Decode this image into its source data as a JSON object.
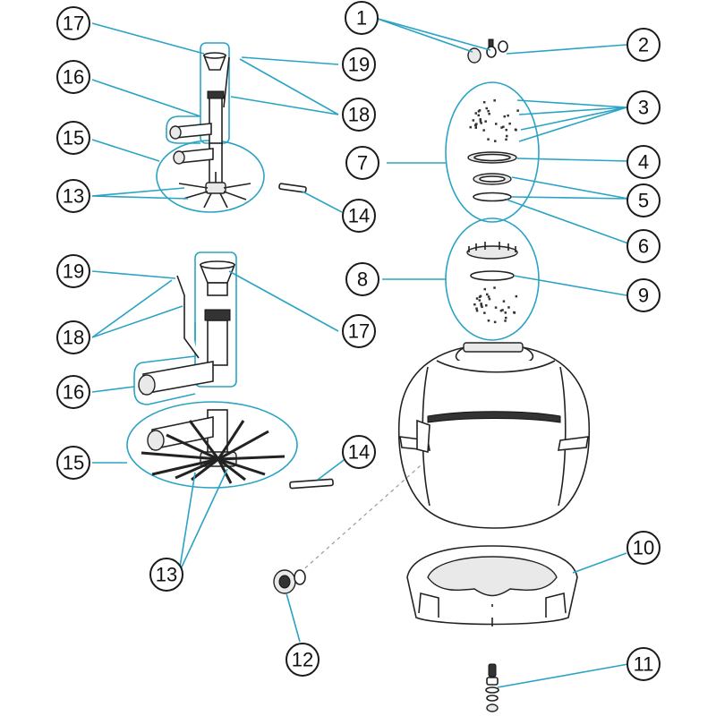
{
  "diagram": {
    "accent_color": "#2aa3c4",
    "line_color": "#1a1a1a",
    "callouts": [
      {
        "id": "c1",
        "label": "1"
      },
      {
        "id": "c2",
        "label": "2"
      },
      {
        "id": "c3",
        "label": "3"
      },
      {
        "id": "c4",
        "label": "4"
      },
      {
        "id": "c5",
        "label": "5"
      },
      {
        "id": "c6",
        "label": "6"
      },
      {
        "id": "c7",
        "label": "7"
      },
      {
        "id": "c8",
        "label": "8"
      },
      {
        "id": "c9",
        "label": "9"
      },
      {
        "id": "c10",
        "label": "10"
      },
      {
        "id": "c11",
        "label": "11"
      },
      {
        "id": "c12",
        "label": "12"
      },
      {
        "id": "c13a",
        "label": "13"
      },
      {
        "id": "c13b",
        "label": "13"
      },
      {
        "id": "c14a",
        "label": "14"
      },
      {
        "id": "c14b",
        "label": "14"
      },
      {
        "id": "c15a",
        "label": "15"
      },
      {
        "id": "c15b",
        "label": "15"
      },
      {
        "id": "c16a",
        "label": "16"
      },
      {
        "id": "c16b",
        "label": "16"
      },
      {
        "id": "c17a",
        "label": "17"
      },
      {
        "id": "c17b",
        "label": "17"
      },
      {
        "id": "c18a",
        "label": "18"
      },
      {
        "id": "c18b",
        "label": "18"
      },
      {
        "id": "c19a",
        "label": "19"
      },
      {
        "id": "c19b",
        "label": "19"
      }
    ]
  }
}
